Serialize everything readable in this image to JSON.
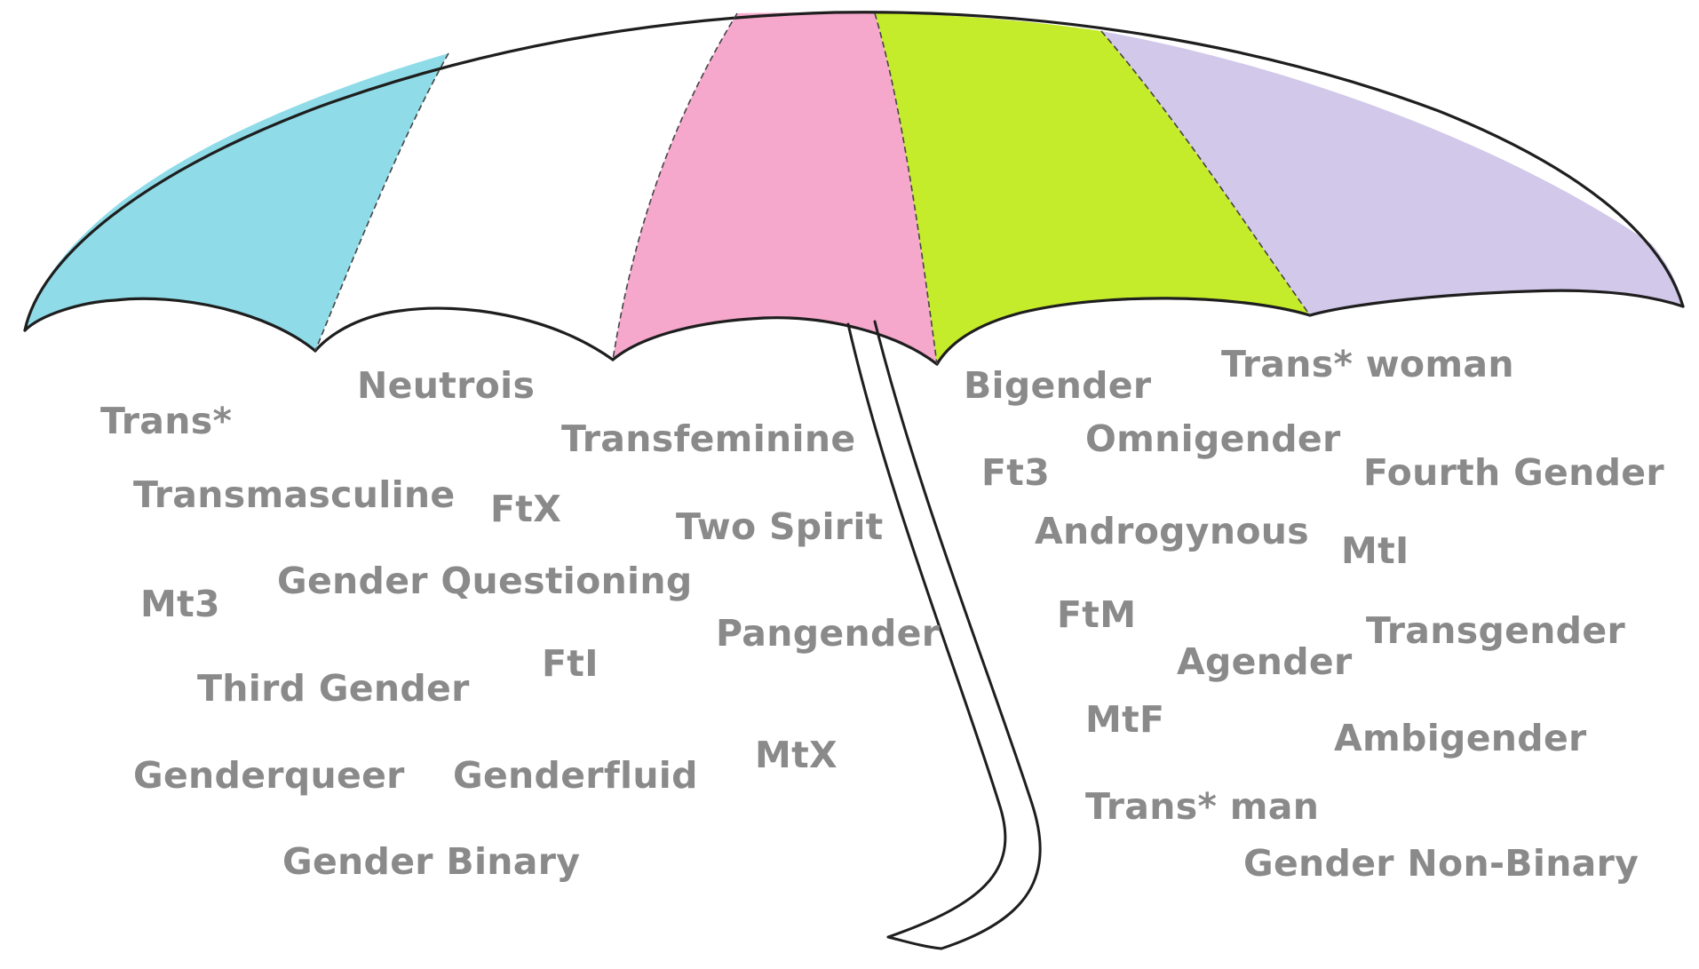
{
  "colors": {
    "panel_blue": "#8fdce8",
    "panel_white": "#ffffff",
    "panel_pink": "#f6a8cc",
    "panel_green": "#c5ec2a",
    "panel_lavender": "#d2c8ea",
    "outline": "#1e1e1e",
    "text": "#8a8a8a"
  },
  "terms": {
    "trans": "Trans*",
    "neutrois": "Neutrois",
    "transfeminine": "Transfeminine",
    "transmasculine": "Transmasculine",
    "ftx": "FtX",
    "two_spirit": "Two Spirit",
    "mt3": "Mt3",
    "gender_questioning": "Gender Questioning",
    "pangender": "Pangender",
    "third_gender": "Third Gender",
    "fti": "FtI",
    "genderqueer": "Genderqueer",
    "genderfluid": "Genderfluid",
    "mtx": "MtX",
    "gender_binary": "Gender Binary",
    "bigender": "Bigender",
    "trans_woman": "Trans* woman",
    "ft3": "Ft3",
    "omnigender": "Omnigender",
    "fourth_gender": "Fourth Gender",
    "androgynous": "Androgynous",
    "mti": "MtI",
    "ftm": "FtM",
    "transgender": "Transgender",
    "agender": "Agender",
    "mtf": "MtF",
    "ambigender": "Ambigender",
    "trans_man": "Trans* man",
    "gender_non_binary": "Gender Non-Binary"
  }
}
